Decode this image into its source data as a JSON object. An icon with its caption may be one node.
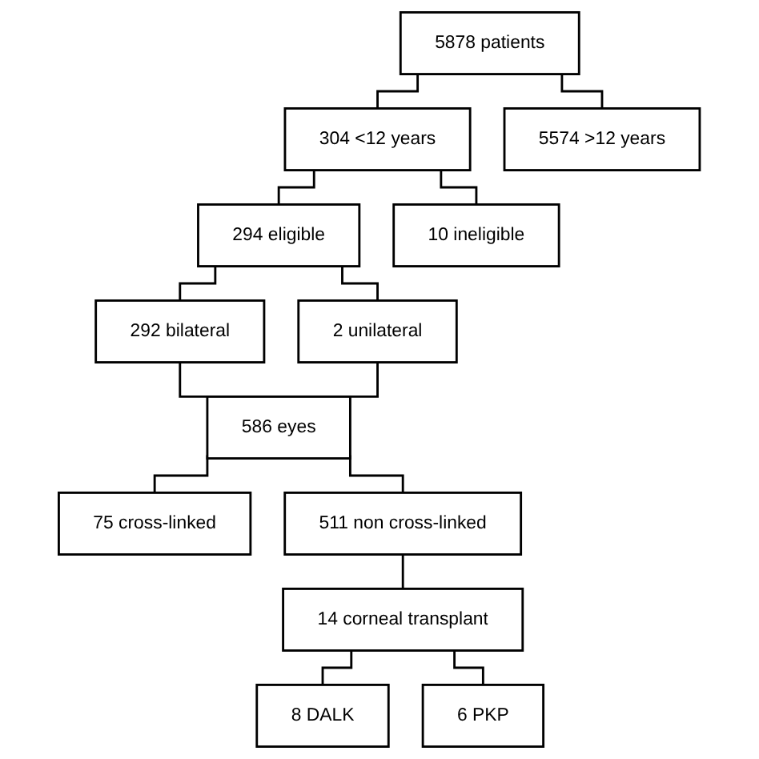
{
  "diagram": {
    "nodes": [
      {
        "text": [
          "5878 patients"
        ]
      },
      {
        "text": [
          "304 <12 years"
        ]
      },
      {
        "text": [
          "5574 >12 years"
        ]
      },
      {
        "text": [
          "294 eligible"
        ]
      },
      {
        "text": [
          "10 ineligible"
        ]
      },
      {
        "text": [
          "292 bilateral"
        ]
      },
      {
        "text": [
          "2 unilateral"
        ]
      },
      {
        "text": [
          "586 eyes"
        ]
      },
      {
        "text": [
          "75 cross-linked"
        ]
      },
      {
        "text": [
          "511 non cross-linked"
        ]
      },
      {
        "text": [
          "14 corneal transplant"
        ]
      },
      {
        "text": [
          "8 DALK"
        ]
      },
      {
        "text": [
          "6 PKP"
        ]
      }
    ],
    "edges": [
      {
        "from": 0,
        "to": 1,
        "arrow": "none"
      },
      {
        "from": 0,
        "to": 2,
        "arrow": "none"
      },
      {
        "from": 1,
        "to": 3,
        "arrow": "none"
      },
      {
        "from": 1,
        "to": 4,
        "arrow": "none"
      },
      {
        "from": 3,
        "to": 5,
        "arrow": "none"
      },
      {
        "from": 3,
        "to": 6,
        "arrow": "none"
      },
      {
        "from": 5,
        "to": 7,
        "arrow": "none"
      },
      {
        "from": 6,
        "to": 7,
        "arrow": "none"
      },
      {
        "from": 7,
        "to": 8,
        "arrow": "none"
      },
      {
        "from": 7,
        "to": 9,
        "arrow": "none"
      },
      {
        "from": 9,
        "to": 10,
        "arrow": "none"
      },
      {
        "from": 10,
        "to": 11,
        "arrow": "none"
      },
      {
        "from": 10,
        "to": 12,
        "arrow": "none"
      }
    ]
  }
}
